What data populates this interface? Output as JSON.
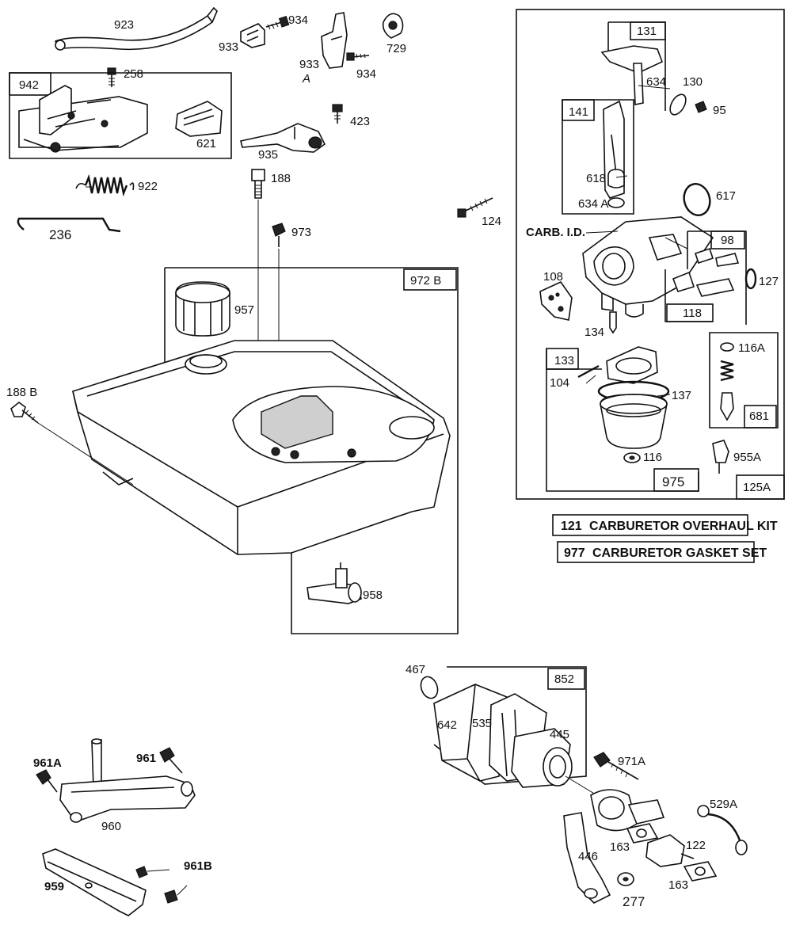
{
  "diagram": {
    "labels": {
      "p923": "923",
      "p934a": "934",
      "p933": "933",
      "p933a": "933",
      "p933a_suffix": "A",
      "p934b": "934",
      "p729": "729",
      "p258": "258",
      "p942": "942",
      "p621": "621",
      "p423": "423",
      "p935": "935",
      "p922": "922",
      "p188": "188",
      "p236": "236",
      "p973": "973",
      "p124": "124",
      "p972b": "972 B",
      "p957": "957",
      "p188b": "188 B",
      "p958": "958",
      "p131": "131",
      "p634": "634",
      "p130": "130",
      "p95": "95",
      "p141": "141",
      "p618": "618",
      "p634a": "634 A",
      "p617": "617",
      "carb_id": "CARB. I.D.",
      "p98": "98",
      "p108": "108",
      "p127": "127",
      "p118": "118",
      "p134": "134",
      "p133": "133",
      "p116a": "116A",
      "p104": "104",
      "p137": "137",
      "p681": "681",
      "p116": "116",
      "p955a": "955A",
      "p975": "975",
      "p125a": "125A",
      "p467": "467",
      "p852": "852",
      "p642": "642",
      "p535": "535",
      "p445": "445",
      "p961a": "961A",
      "p961": "961",
      "p971a": "971A",
      "p960": "960",
      "p529a": "529A",
      "p163a": "163",
      "p122": "122",
      "p446": "446",
      "p961b": "961B",
      "p959": "959",
      "p163b": "163",
      "p277": "277"
    },
    "kits": {
      "k121_no": "121",
      "k121_name": "CARBURETOR OVERHAUL KIT",
      "k977_no": "977",
      "k977_name": "CARBURETOR GASKET SET"
    }
  }
}
